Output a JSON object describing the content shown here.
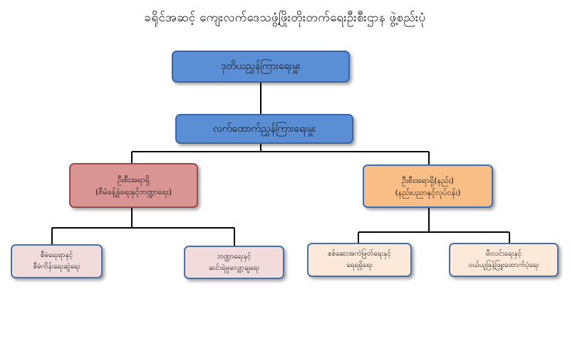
{
  "title": "ခရိုင်အဆင့် ကျေးလက်ဒေသဖွံ့ဖြိုးတိုးတက်ရေးဦးစီးဌာန ဖွဲ့စည်းပုံ",
  "nodes": {
    "director_general": {
      "line1": "ဒုတိယညွှန်ကြားရေးမှူး"
    },
    "assistant_director": {
      "line1": "လက်ထောက်ညွှန်ကြားရေးမှူး"
    },
    "staff_officer_admin": {
      "line1": "ဦးစီးအရာရှိ",
      "line2": "(စီမံခန့်ခွဲရေးနှင့်ဘဏ္ဍာရေး)"
    },
    "staff_officer_tech": {
      "line1": "ဦးစီးအရာရှိ(နည်း)",
      "line2": "(နည်းပညာနှင့်လုပ်ငန်း)"
    },
    "admin_section": {
      "line1": "စီမံရေးရာနှင့်",
      "line2": "စီမံကိန်းရေးဆွဲရေး"
    },
    "finance_section": {
      "line1": "ဘဏ္ဍာရေးနှင့်",
      "line2": "ဆင်းရဲမှုလျှော့ချရေး"
    },
    "inspection_section": {
      "line1": "စစ်ဆေးအကဲဖြတ်ရေးနှင့်",
      "line2": "ရေရရှိရေး"
    },
    "electricity_section": {
      "line1": "မီးလင်းရေးနှင့်",
      "line2": "ဝယ်ယူဖြန့်ဖြူးထောက်ပံ့ရေး"
    }
  }
}
